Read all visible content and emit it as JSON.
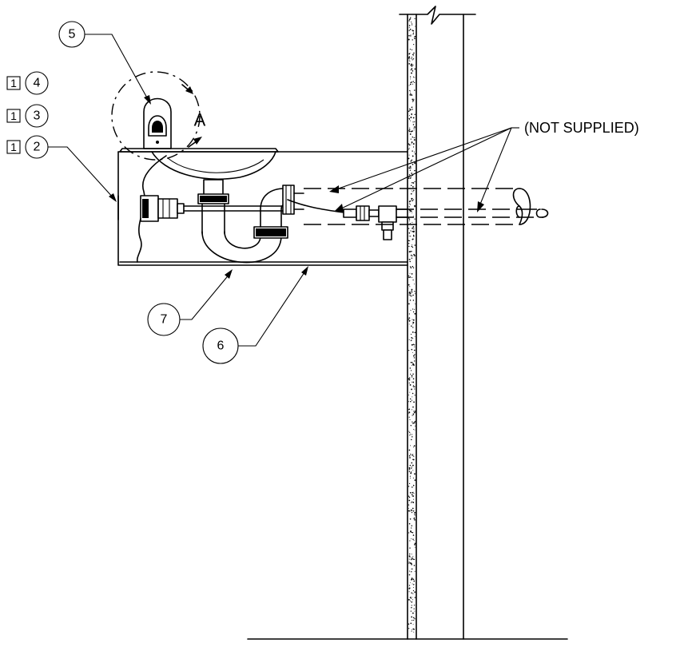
{
  "callouts": [
    {
      "id": "c2",
      "number": "2",
      "note_flag": "1"
    },
    {
      "id": "c3",
      "number": "3",
      "note_flag": "1"
    },
    {
      "id": "c4",
      "number": "4",
      "note_flag": "1"
    },
    {
      "id": "c5",
      "number": "5"
    },
    {
      "id": "c6",
      "number": "6"
    },
    {
      "id": "c7",
      "number": "7"
    }
  ],
  "detail_label": "A",
  "not_supplied_label": "(NOT SUPPLIED)",
  "colors": {
    "line": "#000000",
    "background": "#ffffff"
  }
}
